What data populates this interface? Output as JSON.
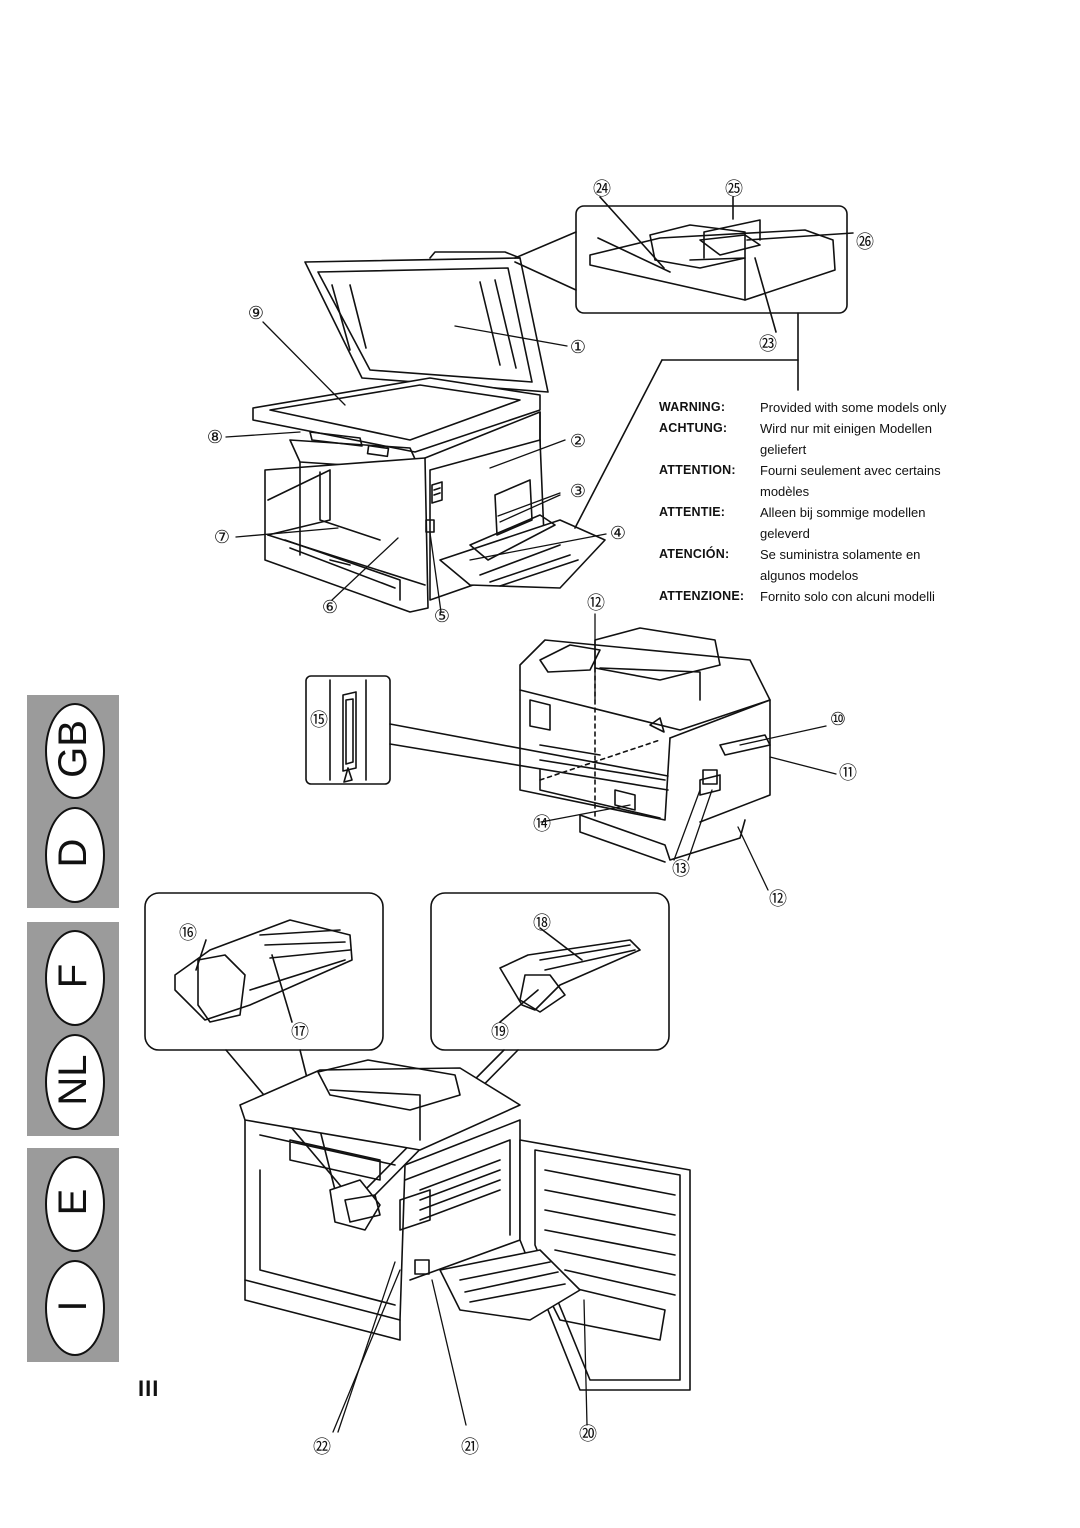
{
  "language_tabs": [
    {
      "top": "GB",
      "bottom": "D"
    },
    {
      "top": "F",
      "bottom": "NL"
    },
    {
      "top": "E",
      "bottom": "I"
    }
  ],
  "callouts": {
    "c1": "①",
    "c2": "②",
    "c3": "③",
    "c4": "④",
    "c5": "⑤",
    "c6": "⑥",
    "c7": "⑦",
    "c8": "⑧",
    "c9": "⑨",
    "c10": "⑩",
    "c11": "⑪",
    "c12a": "⑫",
    "c12b": "⑫",
    "c13": "⑬",
    "c14": "⑭",
    "c15": "⑮",
    "c16": "⑯",
    "c17": "⑰",
    "c18": "⑱",
    "c19": "⑲",
    "c20": "⑳",
    "c21": "㉑",
    "c22": "㉒",
    "c23": "㉓",
    "c24": "㉔",
    "c25": "㉕",
    "c26": "㉖"
  },
  "availability_note": [
    {
      "label": "WARNING:",
      "text": "Provided with some models only"
    },
    {
      "label": "ACHTUNG:",
      "text": "Wird nur mit einigen Modellen"
    },
    {
      "label": "",
      "text": "geliefert"
    },
    {
      "label": "ATTENTION:",
      "text": "Fourni seulement avec certains"
    },
    {
      "label": "",
      "text": "modèles"
    },
    {
      "label": "ATTENTIE:",
      "text": "Alleen bij sommige modellen"
    },
    {
      "label": "",
      "text": "geleverd"
    },
    {
      "label": "ATENCIÓN:",
      "text": "Se suministra solamente en"
    },
    {
      "label": "",
      "text": " algunos modelos"
    },
    {
      "label": "ATTENZIONE:",
      "text": "Fornito solo con alcuni modelli"
    }
  ],
  "page_number": "III"
}
